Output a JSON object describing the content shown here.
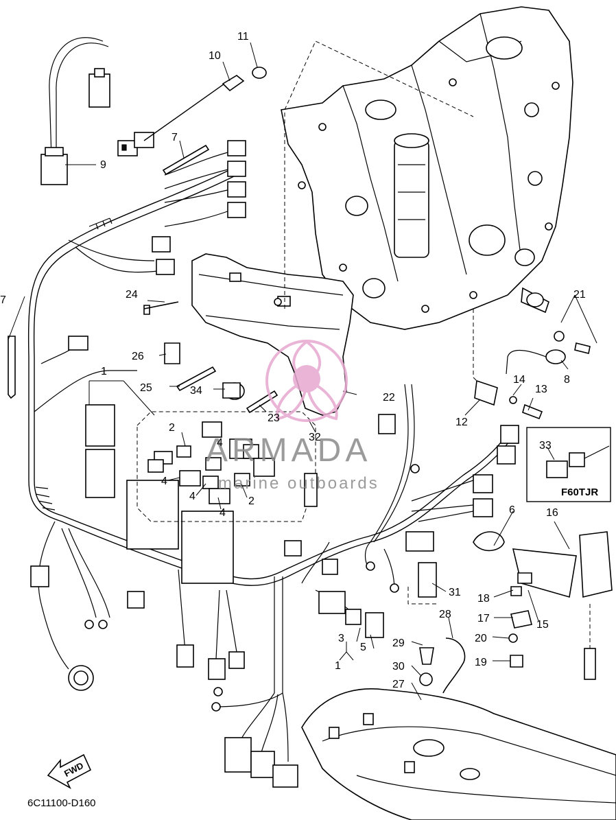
{
  "diagram_code": "6C11100-D160",
  "inset_model": "F60TJR",
  "direction_label": "FWD",
  "watermark": {
    "brand": "ARMADA",
    "tagline": "marine outboards",
    "color": "#e7a8cf"
  },
  "callouts": {
    "c1a": "1",
    "c1b": "1",
    "c2a": "2",
    "c2b": "2",
    "c3": "3",
    "c4a": "4",
    "c4b": "4",
    "c4c": "4",
    "c4d": "4",
    "c5": "5",
    "c6": "6",
    "c7a": "7",
    "c7b": "7",
    "c8": "8",
    "c9": "9",
    "c10": "10",
    "c11": "11",
    "c12": "12",
    "c13": "13",
    "c14": "14",
    "c15": "15",
    "c16": "16",
    "c17": "17",
    "c18": "18",
    "c19": "19",
    "c20": "20",
    "c21": "21",
    "c22": "22",
    "c23": "23",
    "c24": "24",
    "c25": "25",
    "c26": "26",
    "c27": "27",
    "c28": "28",
    "c29": "29",
    "c30": "30",
    "c31": "31",
    "c32": "32",
    "c33": "33",
    "c34": "34"
  }
}
